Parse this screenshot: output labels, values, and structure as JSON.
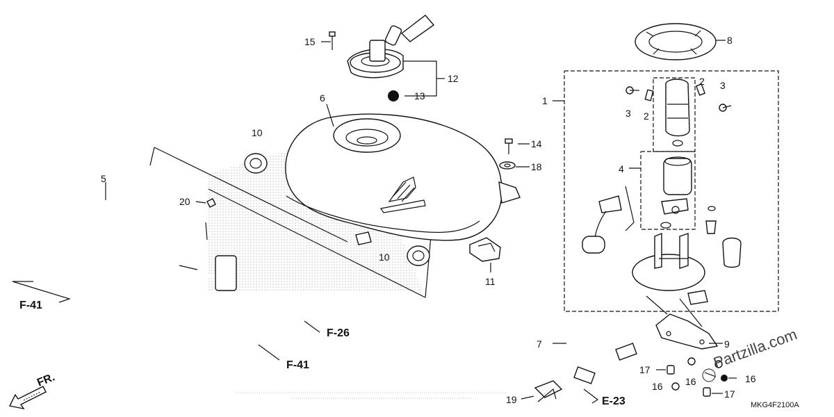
{
  "callouts": {
    "c1": "1",
    "c2a": "2",
    "c2b": "2",
    "c3a": "3",
    "c3b": "3",
    "c4": "4",
    "c5": "5",
    "c6": "6",
    "c7": "7",
    "c8": "8",
    "c9": "9",
    "c10a": "10",
    "c10b": "10",
    "c11": "11",
    "c12": "12",
    "c13": "13",
    "c14": "14",
    "c15": "15",
    "c16a": "16",
    "c16b": "16",
    "c16c": "16",
    "c17a": "17",
    "c17b": "17",
    "c18": "18",
    "c19": "19",
    "c20": "20"
  },
  "refs": {
    "f41_left": "F-41",
    "f26": "F-26",
    "f41_bottom": "F-41",
    "e23": "E-23",
    "front": "FR."
  },
  "diagram_code": "MKG4F2100A",
  "watermark": "Partzilla.com",
  "colors": {
    "ink": "#111111",
    "paper": "#ffffff",
    "dots": "#9a9a9a"
  }
}
